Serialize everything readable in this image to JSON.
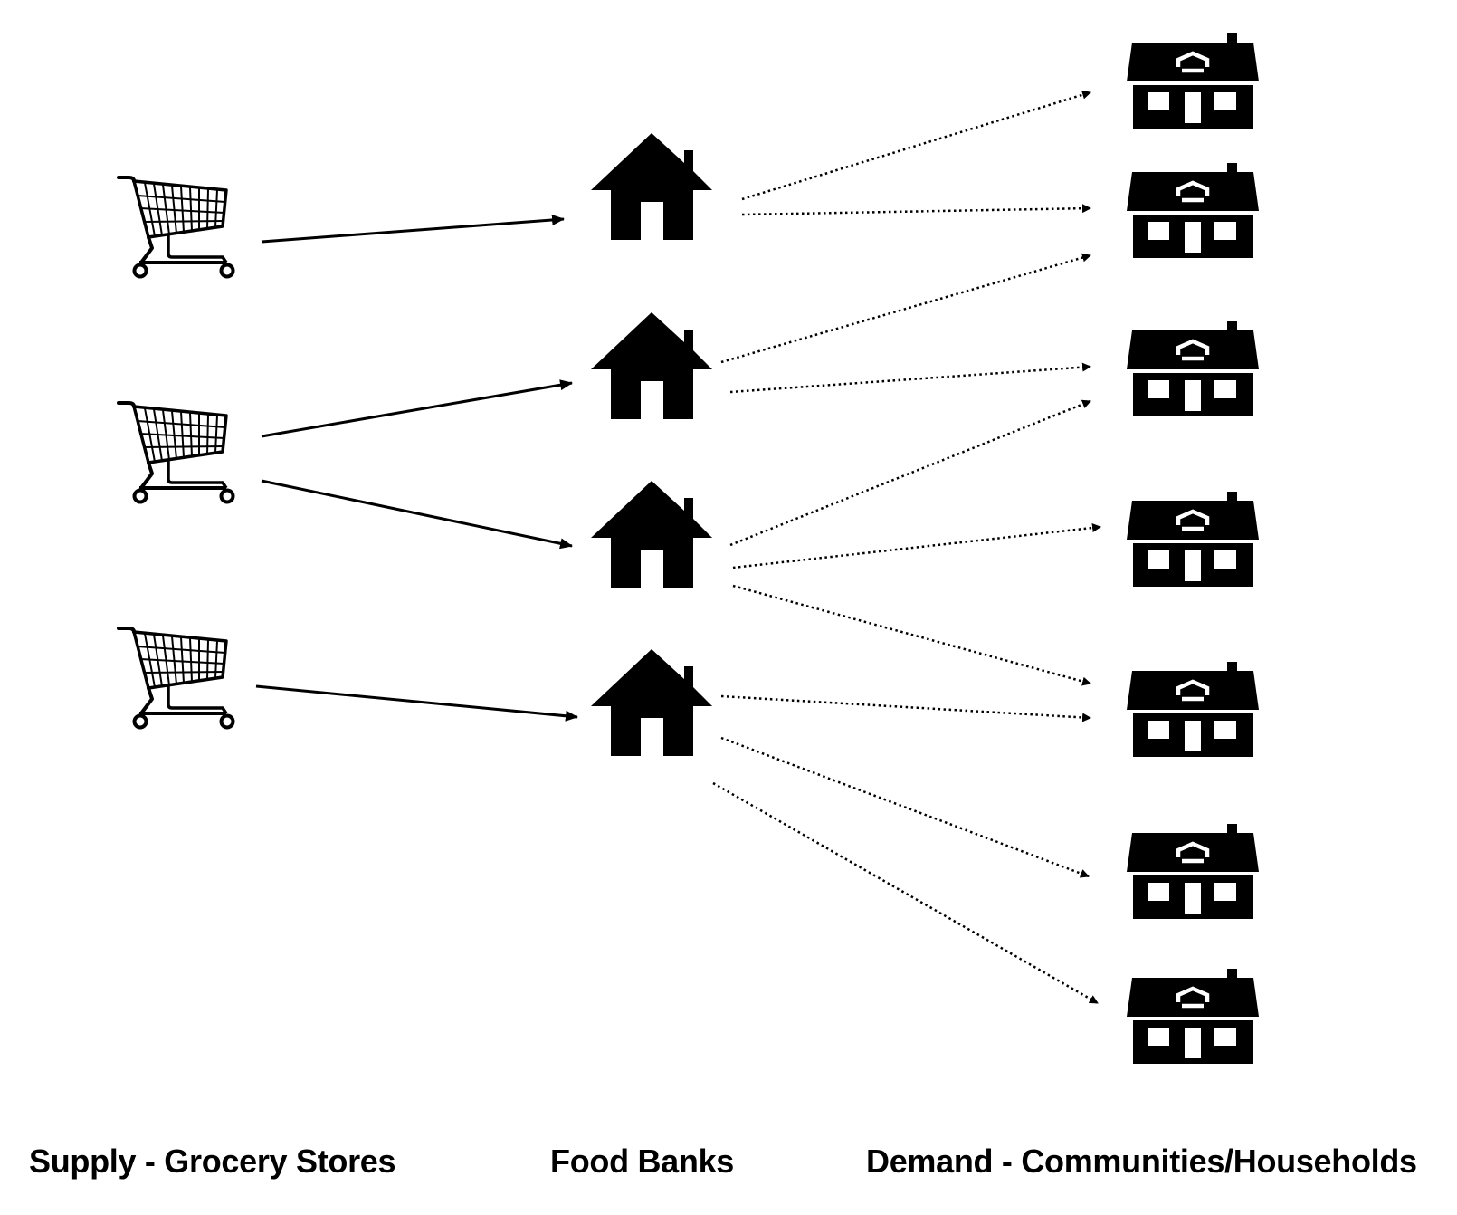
{
  "labels": {
    "supply": "Supply - Grocery Stores",
    "food_banks": "Food Banks",
    "demand": "Demand - Communities/Households"
  },
  "nodes": {
    "supply": [
      "store-1",
      "store-2",
      "store-3"
    ],
    "food_banks": [
      "bank-1",
      "bank-2",
      "bank-3",
      "bank-4"
    ],
    "demand": [
      "household-1",
      "household-2",
      "household-3",
      "household-4",
      "household-5",
      "household-6",
      "household-7"
    ]
  },
  "edges": {
    "supply_to_bank": [
      {
        "from": "store-1",
        "to": "bank-1",
        "style": "solid"
      },
      {
        "from": "store-2",
        "to": "bank-2",
        "style": "solid"
      },
      {
        "from": "store-2",
        "to": "bank-3",
        "style": "solid"
      },
      {
        "from": "store-3",
        "to": "bank-4",
        "style": "solid"
      }
    ],
    "bank_to_household": [
      {
        "from": "bank-1",
        "to": "household-1",
        "style": "dotted"
      },
      {
        "from": "bank-1",
        "to": "household-2",
        "style": "dotted"
      },
      {
        "from": "bank-2",
        "to": "household-2",
        "style": "dotted"
      },
      {
        "from": "bank-2",
        "to": "household-3",
        "style": "dotted"
      },
      {
        "from": "bank-3",
        "to": "household-3",
        "style": "dotted"
      },
      {
        "from": "bank-3",
        "to": "household-4",
        "style": "dotted"
      },
      {
        "from": "bank-3",
        "to": "household-5",
        "style": "dotted"
      },
      {
        "from": "bank-4",
        "to": "household-5",
        "style": "dotted"
      },
      {
        "from": "bank-4",
        "to": "household-6",
        "style": "dotted"
      },
      {
        "from": "bank-4",
        "to": "household-7",
        "style": "dotted"
      }
    ]
  },
  "icons": {
    "supply": "shopping-cart-icon",
    "food_bank": "house-icon",
    "household": "household-building-icon"
  },
  "colors": {
    "ink": "#000000",
    "background": "#ffffff"
  }
}
